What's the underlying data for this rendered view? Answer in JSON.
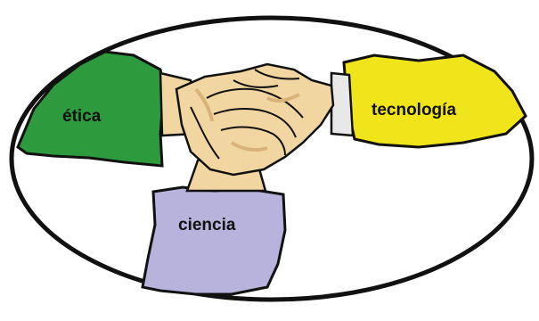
{
  "labels": {
    "etica": "ética",
    "tecnologia": "tecnología",
    "ciencia": "ciencia"
  },
  "colors": {
    "background": "#ffffff",
    "ellipse_stroke": "#111111",
    "etica": "#2e9a3e",
    "tecnologia": "#f0e41a",
    "ciencia": "#b7b3dc",
    "skin": "#f2d6a2",
    "skin_shadow": "#d9b27a",
    "outline": "#1a1a1a"
  }
}
